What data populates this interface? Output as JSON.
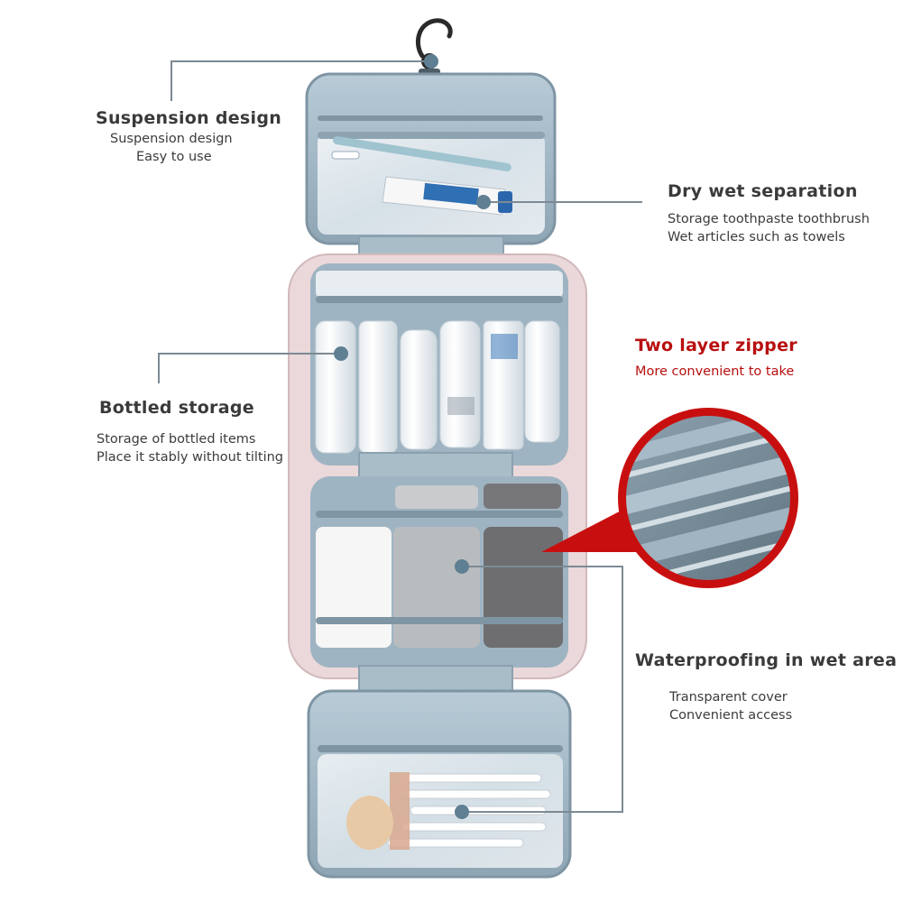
{
  "features": {
    "suspension": {
      "title": "Suspension design",
      "line1": "Suspension design",
      "line2": "Easy to use"
    },
    "dry_wet": {
      "title": "Dry wet separation",
      "line1": "Storage toothpaste toothbrush",
      "line2": "Wet articles such as towels"
    },
    "two_layer": {
      "title": "Two layer zipper",
      "line1": "More convenient to take"
    },
    "bottled": {
      "title": "Bottled storage",
      "line1": "Storage of bottled items",
      "line2": "Place it stably without tilting"
    },
    "waterproof": {
      "title": "Waterproofing in wet area",
      "line1": "Transparent cover",
      "line2": "Convenient access"
    }
  },
  "colors": {
    "bag_fabric": "#9fb4c2",
    "bag_lining": "#bfd0dc",
    "zipper": "#7f95a4",
    "bag_shell": "#e9d7d9",
    "callout_line": "#7c8a94",
    "callout_dot": "#5f7f92",
    "accent_red": "#c80f0f",
    "title_text": "#3a3a3a"
  },
  "icons": [
    "hanger-hook-icon",
    "toothbrush-icon",
    "toothpaste-icon",
    "bottle-icon",
    "towel-icon",
    "makeup-brush-icon",
    "zipper-magnifier-icon"
  ]
}
